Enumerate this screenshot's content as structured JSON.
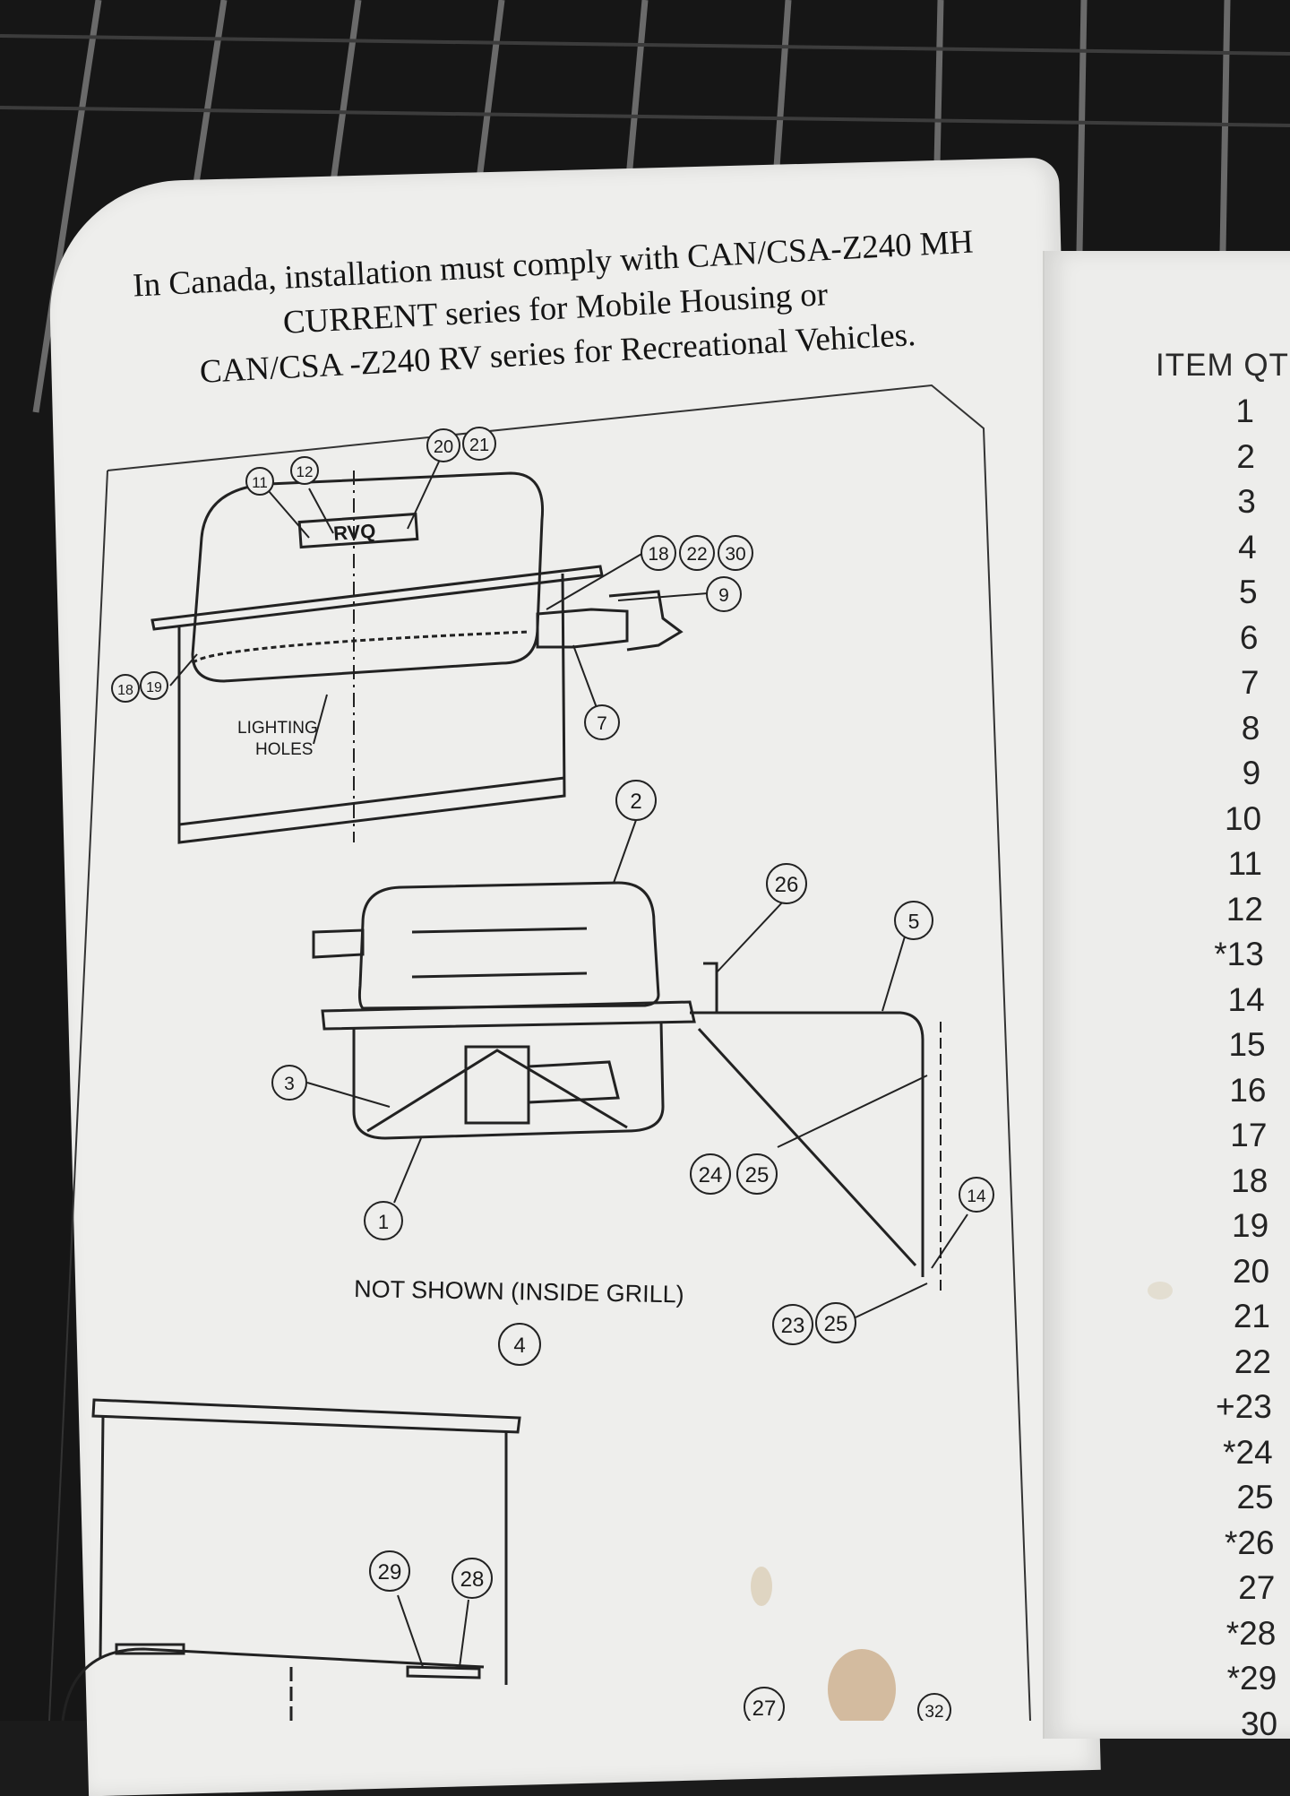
{
  "header": {
    "lines": [
      "In Canada, installation must comply with CAN/CSA-Z240 MH",
      "CURRENT series for Mobile Housing or",
      "CAN/CSA -Z240 RV series for Recreational Vehicles."
    ]
  },
  "diagram": {
    "brand_label": "RVQ",
    "lighting_label_line1": "LIGHTING",
    "lighting_label_line2": "HOLES",
    "not_shown_note": "NOT SHOWN (INSIDE GRILL)",
    "callouts": [
      "11",
      "12",
      "20",
      "21",
      "18",
      "22",
      "30",
      "9",
      "18",
      "19",
      "7",
      "2",
      "26",
      "5",
      "3",
      "24",
      "25",
      "14",
      "1",
      "4",
      "23",
      "25",
      "29",
      "28",
      "27",
      "32"
    ]
  },
  "parts_list": {
    "header": "ITEM  QT",
    "items": [
      "1",
      "2",
      "3",
      "4",
      "5",
      "6",
      "7",
      "8",
      "9",
      "10",
      "11",
      "12",
      "*13",
      "14",
      "15",
      "16",
      "17",
      "18",
      "19",
      "20",
      "21",
      "22",
      "+23",
      "*24",
      "25",
      "*26",
      "27",
      "*28",
      "*29",
      "30"
    ]
  }
}
